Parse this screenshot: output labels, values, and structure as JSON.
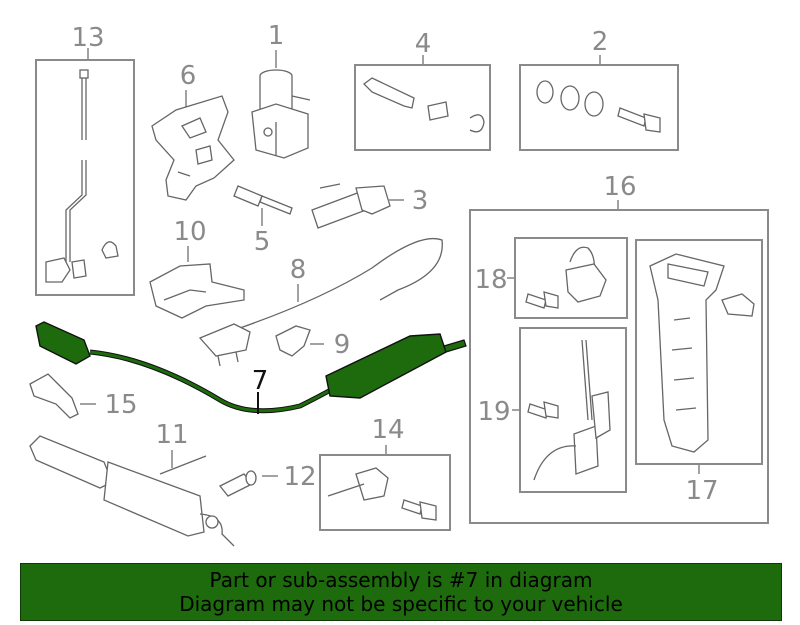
{
  "callouts": {
    "c1": "1",
    "c2": "2",
    "c3": "3",
    "c4": "4",
    "c5": "5",
    "c6": "6",
    "c7": "7",
    "c8": "8",
    "c9": "9",
    "c10": "10",
    "c11": "11",
    "c12": "12",
    "c13": "13",
    "c14": "14",
    "c15": "15",
    "c16": "16",
    "c17": "17",
    "c18": "18",
    "c19": "19"
  },
  "highlight": {
    "part_number": "7",
    "color": "#1d6b0d"
  },
  "banner": {
    "line1": "Part or sub-assembly is #7 in diagram",
    "line2": "Diagram may not be specific to your vehicle"
  }
}
